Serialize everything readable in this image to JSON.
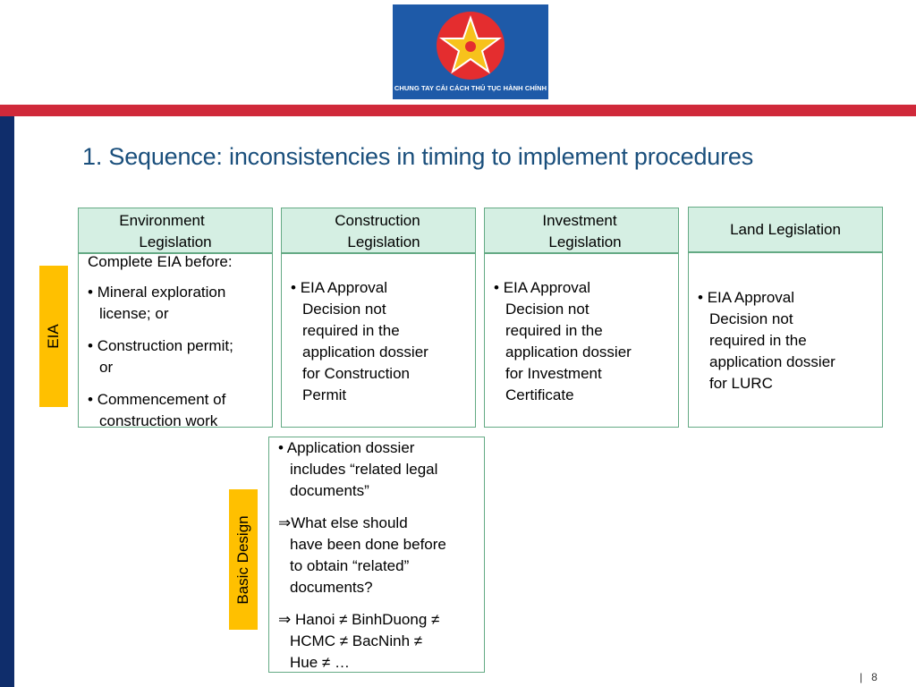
{
  "logo": {
    "caption": "CHUNG TAY CẢI CÁCH THỦ TỤC HÀNH CHÍNH",
    "colors": {
      "background": "#1e5aa8",
      "circle": "#e42d2f",
      "star": "#f7c21c"
    },
    "icon": "star-hands-emblem"
  },
  "header_colors": {
    "red_bar": "#d0293a",
    "left_bar": "#0f2d6b"
  },
  "title": "1. Sequence: inconsistencies in timing to implement procedures",
  "columns": [
    {
      "header": [
        "Environment",
        "Legislation"
      ]
    },
    {
      "header": [
        "Construction",
        "Legislation"
      ]
    },
    {
      "header": [
        "Investment",
        "Legislation"
      ]
    },
    {
      "header": [
        "Land Legislation"
      ]
    }
  ],
  "eia": {
    "tag": "EIA",
    "environment": {
      "intro": "Complete EIA before:",
      "bullets": [
        [
          "Mineral exploration",
          "license; or"
        ],
        [
          "Construction permit;",
          "or"
        ],
        [
          "Commencement of",
          "construction work"
        ]
      ]
    },
    "construction": [
      "EIA Approval",
      "Decision not",
      "required in the",
      "application dossier",
      "for Construction",
      "Permit"
    ],
    "investment": [
      "EIA Approval",
      "Decision not",
      "required in the",
      "application dossier",
      "for Investment",
      "Certificate"
    ],
    "land": [
      "EIA Approval",
      "Decision not",
      "required in the",
      "application dossier",
      "for LURC"
    ]
  },
  "basic_design": {
    "tag": "Basic Design",
    "bullet": [
      "Application dossier",
      "includes “related legal",
      "documents”"
    ],
    "question": [
      "⇒What else should",
      "have been done before",
      "to obtain “related”",
      "documents?"
    ],
    "chain": [
      "⇒ Hanoi ≠ BinhDuong ≠",
      "HCMC ≠ BacNinh ≠",
      "Hue ≠ …"
    ]
  },
  "footer": {
    "separator": "|",
    "page_number": "8"
  },
  "tag_color": "#ffc000",
  "header_fill": "#d5efe3",
  "border_color": "#64aa84"
}
